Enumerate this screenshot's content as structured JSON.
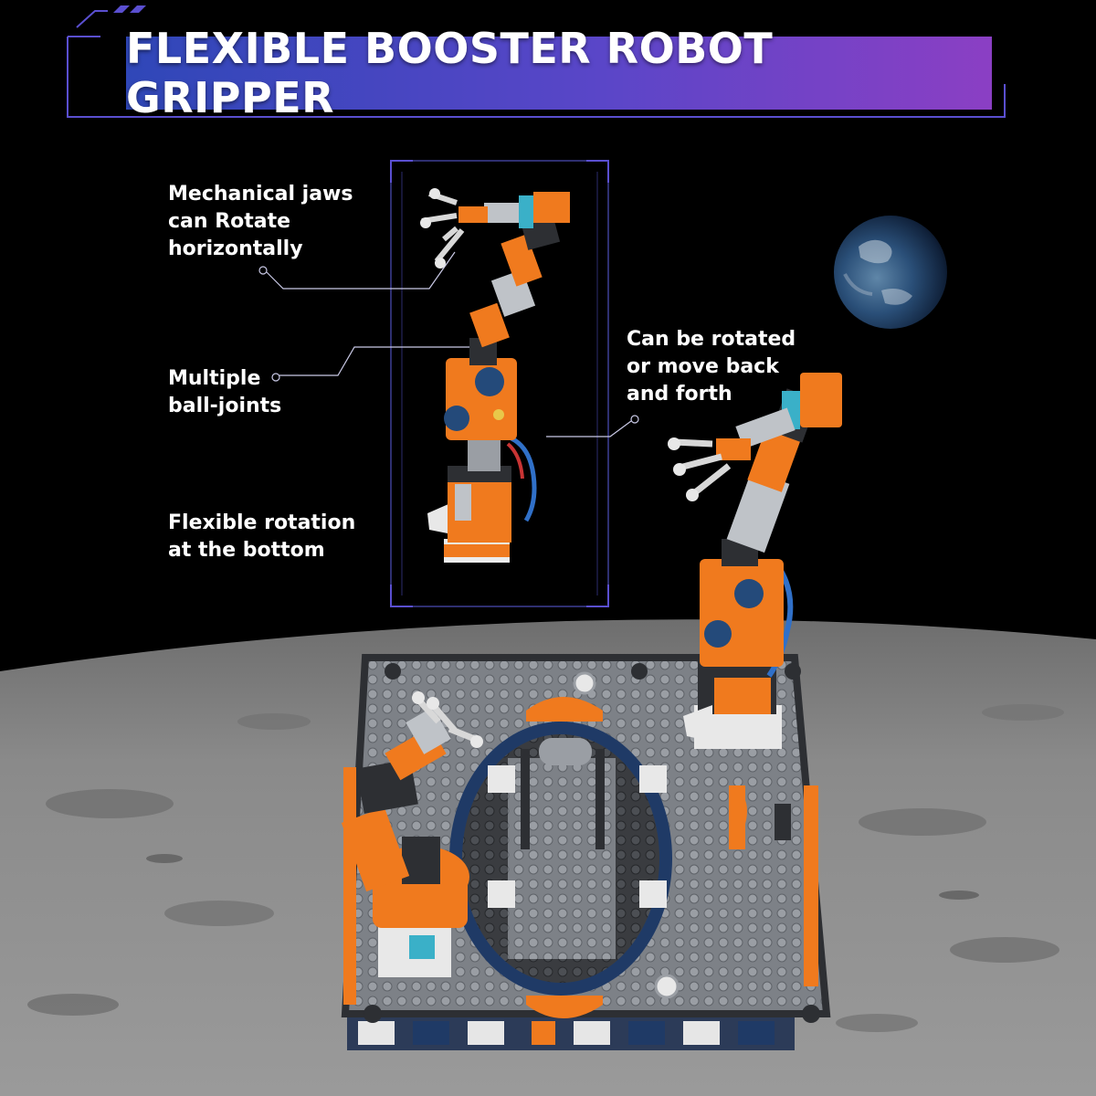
{
  "banner": {
    "title": "FLEXIBLE BOOSTER ROBOT GRIPPER"
  },
  "callouts": {
    "jaws": {
      "line1": "Mechanical jaws",
      "line2": "can Rotate",
      "line3": "horizontally"
    },
    "joints": {
      "line1": "Multiple",
      "line2": "ball-joints"
    },
    "bottom": {
      "line1": "Flexible rotation",
      "line2": "at the bottom"
    },
    "rotate": {
      "line1": "Can be rotated",
      "line2": "or move back",
      "line3": "and forth"
    }
  },
  "colors": {
    "sky": "#000000",
    "banner_start": "#2f47b8",
    "banner_end": "#8b3fc4",
    "frame": "#5a4fd0",
    "moon_surface": "#8a8a8a",
    "robot_orange": "#f07a1e",
    "brick_gray": "#7d8187",
    "earth_blue": "#2a4f78"
  }
}
